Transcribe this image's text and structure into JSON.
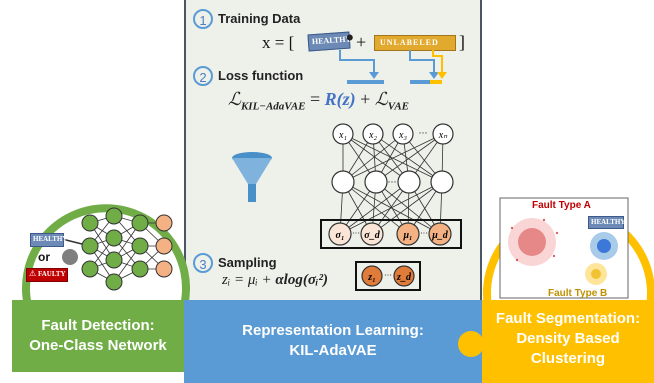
{
  "colors": {
    "green": "#70ad47",
    "blue": "#5b9bd5",
    "orange": "#ffc000",
    "neuron_orange": "#f4b183",
    "neuron_dark_orange": "#e07b39",
    "red": "#c00000"
  },
  "steps": [
    {
      "number": "1",
      "title": "Training Data"
    },
    {
      "number": "2",
      "title": "Loss function"
    },
    {
      "number": "3",
      "title": "Sampling"
    }
  ],
  "training_data": {
    "prefix": "x = [",
    "tag_healthy": "HEALTHY",
    "plus": "+",
    "tag_unlabeled": "UNLABELED",
    "suffix": "]"
  },
  "loss": {
    "lhs": "ℒ",
    "lhs_sub": "KIL−AdaVAE",
    "eq": "=",
    "r_term": "R(z)",
    "plus": "+",
    "vae": "ℒ",
    "vae_sub": "VAE"
  },
  "network": {
    "inputs": [
      "x₁",
      "x₂",
      "x₃",
      "xₙ"
    ],
    "latent_params": [
      "σ₁",
      "σ_d",
      "μ₁",
      "μ_d"
    ],
    "latent_samples": [
      "z₁",
      "z_d"
    ],
    "ellipsis": "···"
  },
  "sampling": {
    "formula_lhs": "zᵢ = μᵢ + ",
    "formula_rhs": "αlog(σᵢ²)"
  },
  "left_panel": {
    "tag_healthy": "HEALTHY",
    "or": "or",
    "tag_faulty": "FAULTY",
    "label_line1": "Fault Detection:",
    "label_line2": "One-Class Network"
  },
  "center_panel": {
    "label_line1": "Representation Learning:",
    "label_line2": "KIL-AdaVAE"
  },
  "right_panel": {
    "fault_a": "Fault Type A",
    "healthy": "HEALTHY",
    "fault_b": "Fault Type B",
    "label_line1": "Fault Segmentation:",
    "label_line2": "Density Based",
    "label_line3": "Clustering"
  }
}
